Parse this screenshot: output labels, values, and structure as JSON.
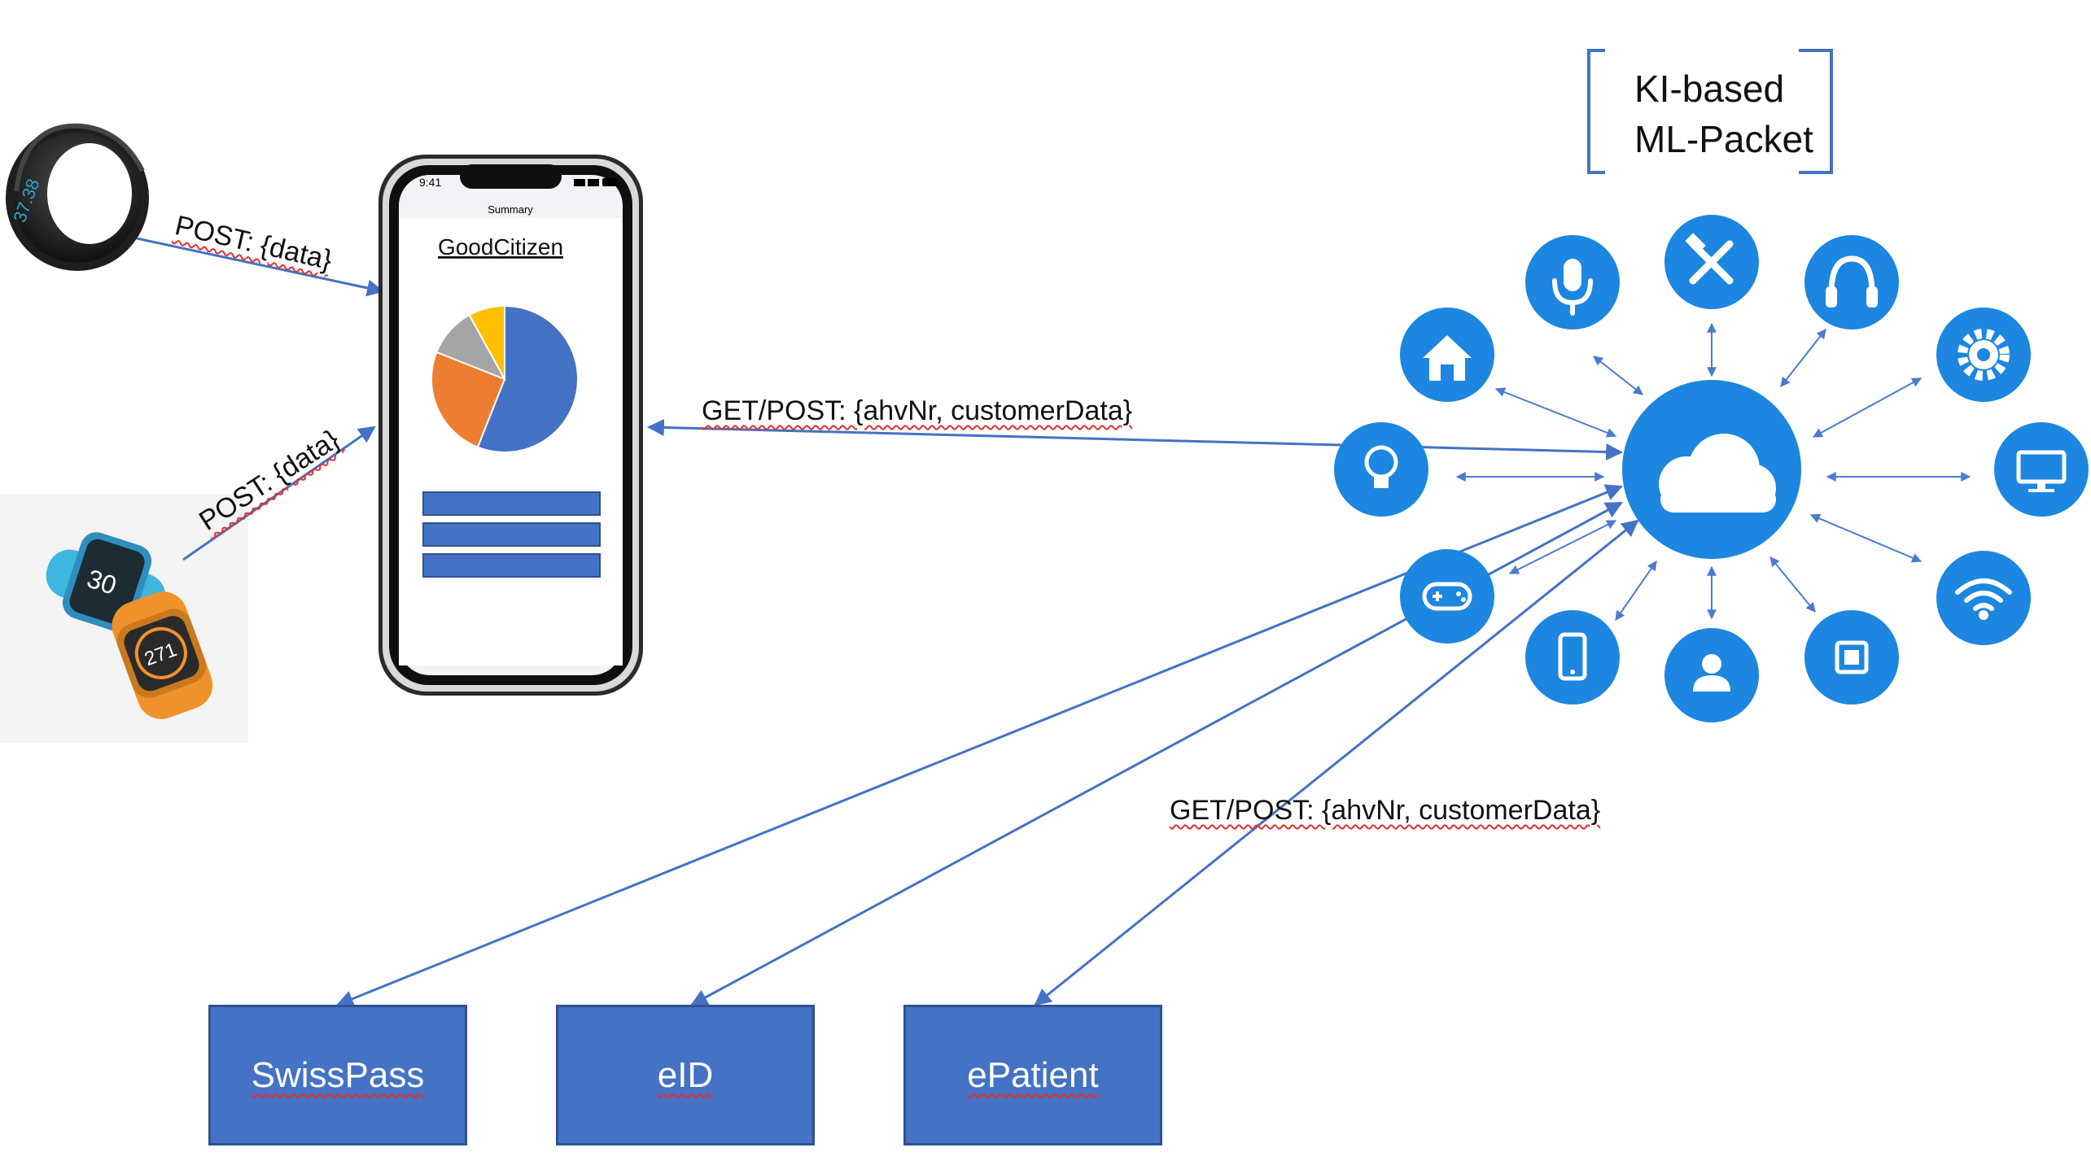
{
  "labels": {
    "ring_post": "POST: {data}",
    "watch_post": "POST: {data}",
    "phone_cloud": "GET/POST: {ahvNr, customerData}",
    "services_cloud": "GET/POST: {ahvNr, customerData}"
  },
  "phone": {
    "status_time": "9:41",
    "header": "Summary",
    "app_title": "GoodCitizen",
    "pie": [
      {
        "value": 0.56,
        "color": "#4472c4"
      },
      {
        "value": 0.25,
        "color": "#ed7d31"
      },
      {
        "value": 0.11,
        "color": "#a5a5a5"
      },
      {
        "value": 0.08,
        "color": "#ffc000"
      }
    ]
  },
  "ml_packet": {
    "line1": "KI-based",
    "line2": "ML-Packet"
  },
  "watch": {
    "blue_face": "30",
    "orange_face": "271"
  },
  "ring": {
    "digits": "37.38"
  },
  "services": [
    {
      "label": "SwissPass"
    },
    {
      "label": "eID"
    },
    {
      "label": "ePatient"
    }
  ],
  "network": {
    "center": "cloud-icon",
    "nodes": [
      "microphone-icon",
      "tools-icon",
      "headphones-icon",
      "home-icon",
      "gear-icon",
      "lightbulb-icon",
      "monitor-icon",
      "gamepad-icon",
      "wifi-icon",
      "smartphone-icon",
      "user-icon",
      "chip-icon"
    ]
  },
  "colors": {
    "arrow": "#4472c4",
    "node": "#1c86e0",
    "box": "#4472c4",
    "squiggle": "#e03131"
  }
}
